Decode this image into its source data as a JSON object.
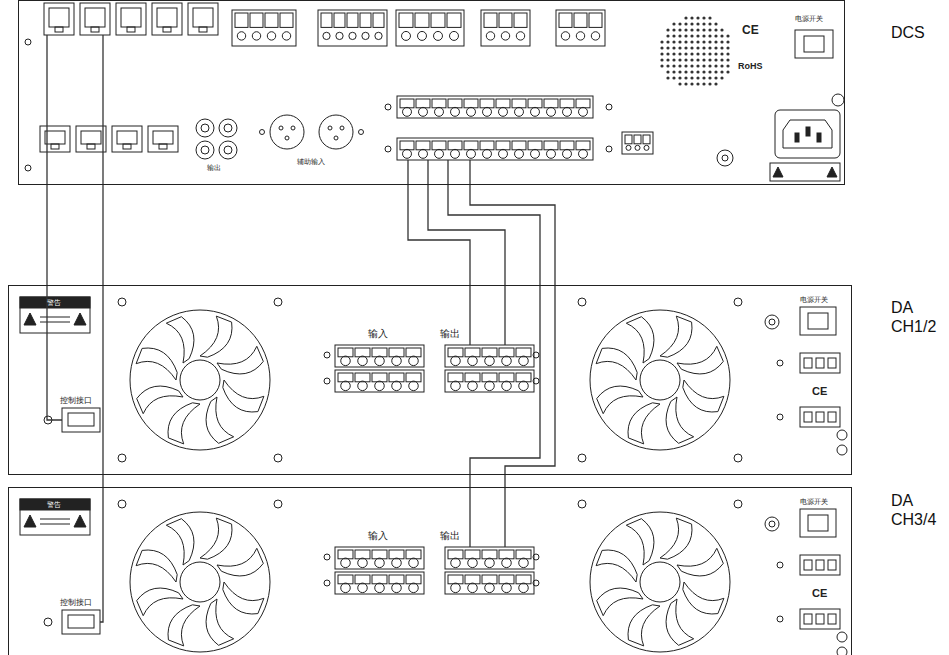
{
  "diagram": {
    "nodes": [
      {
        "text": [
          "DCS"
        ]
      },
      {
        "text": [
          "DA CH1/2"
        ]
      },
      {
        "text": [
          "DA CH3/4"
        ]
      }
    ],
    "edges": [
      {
        "from": 0,
        "to": 1,
        "arrow": "none"
      },
      {
        "from": 0,
        "to": 1,
        "arrow": "none"
      },
      {
        "from": 0,
        "to": 1,
        "arrow": "none"
      },
      {
        "from": 0,
        "to": 2,
        "arrow": "none"
      },
      {
        "from": 0,
        "to": 2,
        "arrow": "none"
      },
      {
        "from": 0,
        "to": 2,
        "arrow": "none"
      }
    ],
    "labels": [
      "CE",
      "RoHS",
      "电源开关",
      "输出",
      "辅助输入",
      "警告",
      "输入",
      "输出",
      "控制接口",
      "电源开关",
      "CE",
      "警告",
      "输入",
      "输出",
      "控制接口",
      "电源开关",
      "CE"
    ]
  }
}
